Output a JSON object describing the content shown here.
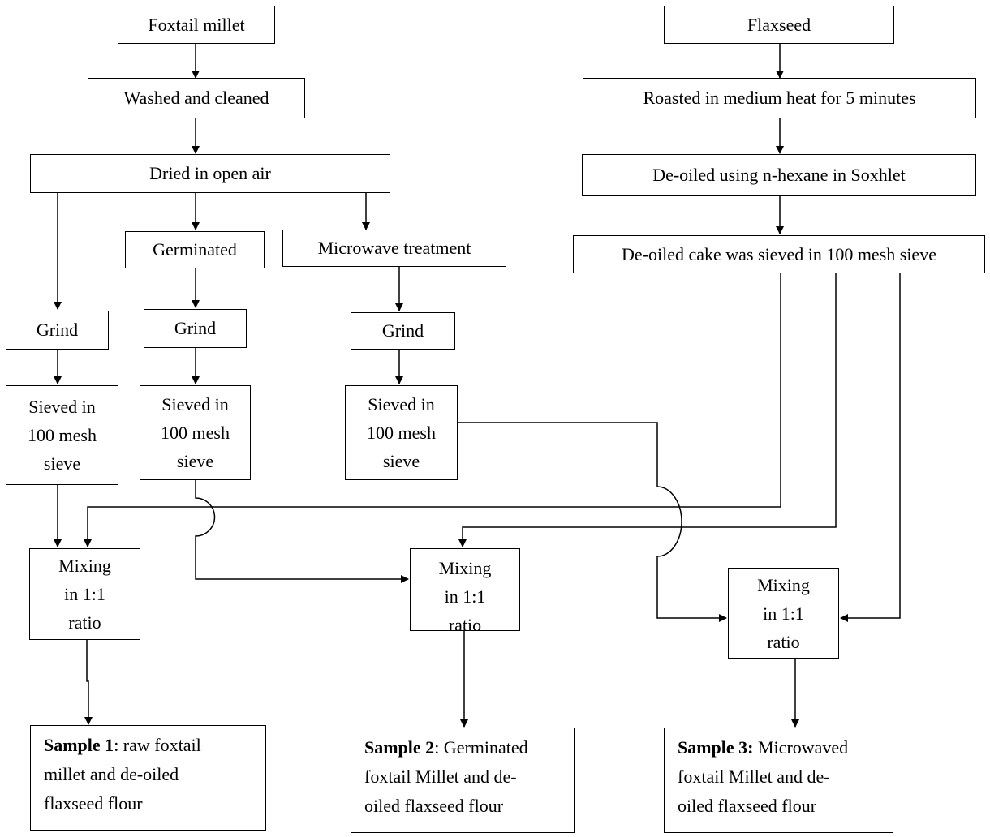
{
  "flaxseed_branch": {
    "start": "Flaxseed",
    "roast": "Roasted in medium heat for 5 minutes",
    "deoil": "De-oiled using n-hexane in Soxhlet",
    "sieve": "De-oiled cake was sieved in 100 mesh sieve"
  },
  "millet_branch": {
    "start": "Foxtail millet",
    "wash": "Washed and cleaned",
    "dry": "Dried in open air",
    "germinated": "Germinated",
    "microwave": "Microwave treatment"
  },
  "process": {
    "grind": "Grind",
    "sieve_line1": "Sieved in",
    "sieve_line2": "100 mesh",
    "sieve_line3": "sieve",
    "mix_line1": "Mixing",
    "mix_line2": "in 1:1",
    "mix_line3": "ratio"
  },
  "samples": [
    {
      "title": "Sample 1",
      "text_line1": ": raw foxtail",
      "text_line2": "millet and de-oiled",
      "text_line3": "flaxseed flour"
    },
    {
      "title": "Sample 2",
      "text_line1": ": Germinated",
      "text_line2": "foxtail Millet and de-",
      "text_line3": "oiled flaxseed flour"
    },
    {
      "title": "Sample 3:",
      "text_line1": " Microwaved",
      "text_line2": "foxtail Millet and de-",
      "text_line3": "oiled flaxseed flour"
    }
  ],
  "colors": {
    "line": "#000000",
    "background": "#ffffff"
  }
}
